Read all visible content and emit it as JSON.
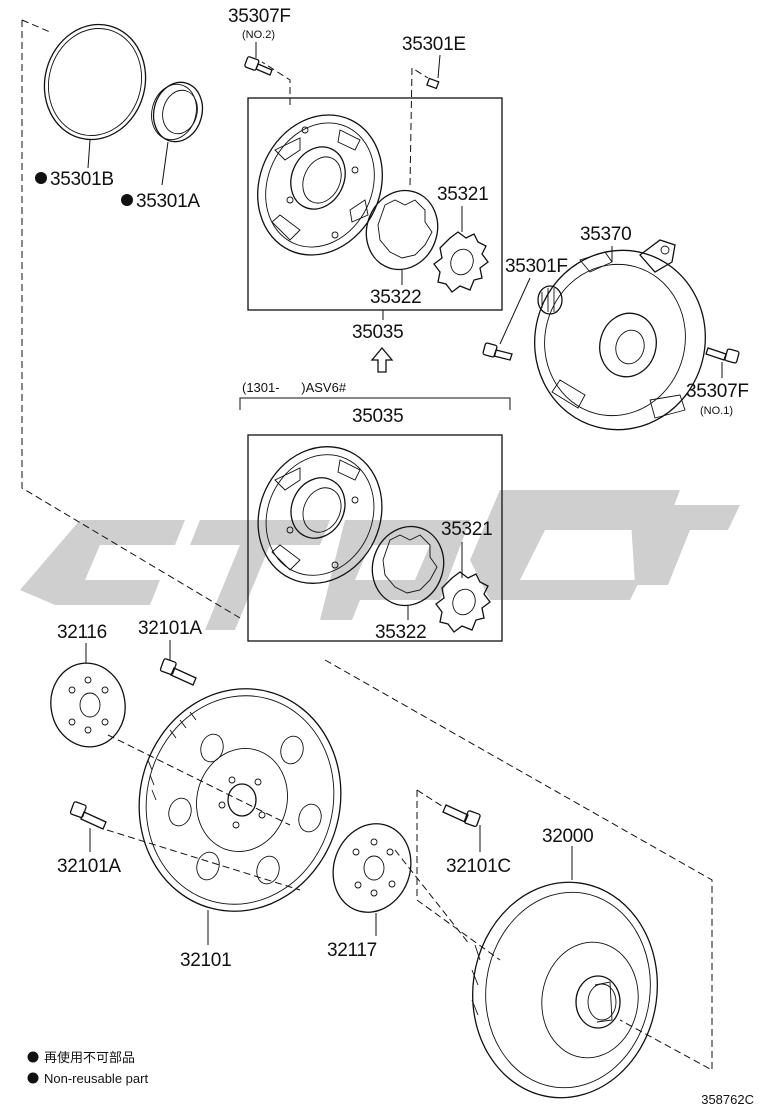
{
  "labels": {
    "p35307f_top": "35307F",
    "p35307f_top_sub": "(NO.2)",
    "p35301e": "35301E",
    "p35301b": "35301B",
    "p35301a": "35301A",
    "p35321_a": "35321",
    "p35322_a": "35322",
    "p35035_a": "35035",
    "p35370": "35370",
    "p35301f": "35301F",
    "p35307f_right": "35307F",
    "p35307f_right_sub": "(NO.1)",
    "range_note": "(1301-      )ASV6#",
    "p35035_b": "35035",
    "p35321_b": "35321",
    "p35322_b": "35322",
    "p32116": "32116",
    "p32101a_top": "32101A",
    "p32101a_bottom": "32101A",
    "p32101": "32101",
    "p32117": "32117",
    "p32101c": "32101C",
    "p32000": "32000"
  },
  "legend": {
    "line1": "再使用不可部品",
    "line2": "Non-reusable part"
  },
  "ref_number": "358762C",
  "colors": {
    "ink": "#111111",
    "watermark": "#cfcfcf"
  }
}
